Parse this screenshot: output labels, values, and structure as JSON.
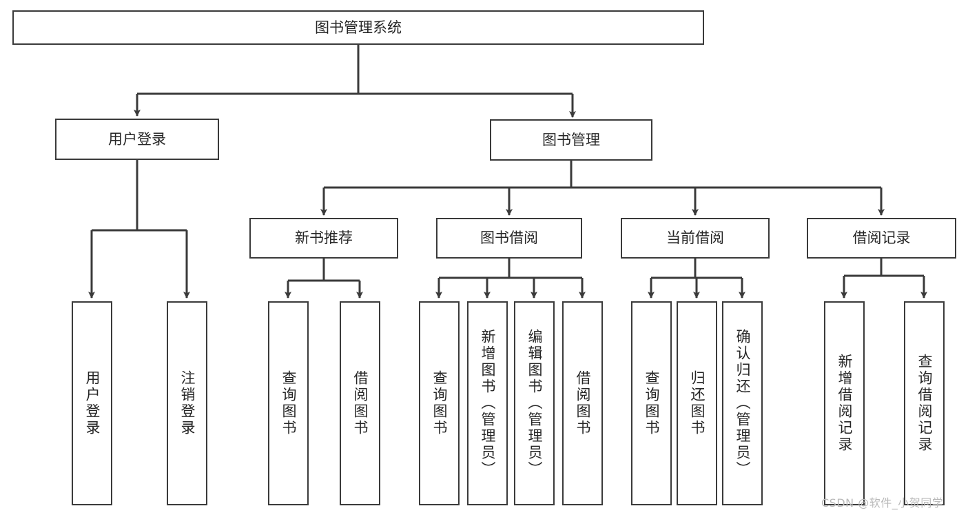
{
  "diagram": {
    "title": "图书管理系统",
    "watermark": "CSDN @软件_小贺同学",
    "colors": {
      "border": "#3a3a3a",
      "text": "#262626",
      "background": "#ffffff",
      "watermark": "#b9b9b9"
    },
    "nodes": {
      "root": {
        "label": "图书管理系统"
      },
      "level1": [
        {
          "id": "user-login",
          "label": "用户登录"
        },
        {
          "id": "book-manage",
          "label": "图书管理"
        }
      ],
      "level2": [
        {
          "id": "new-book-recommend",
          "label": "新书推荐"
        },
        {
          "id": "book-borrow",
          "label": "图书借阅"
        },
        {
          "id": "current-borrow",
          "label": "当前借阅"
        },
        {
          "id": "borrow-record",
          "label": "借阅记录"
        }
      ],
      "leaves": {
        "user-login": [
          {
            "id": "leaf-user-login",
            "label": "用户登录"
          },
          {
            "id": "leaf-logout-login",
            "label": "注销登录"
          }
        ],
        "new-book-recommend": [
          {
            "id": "leaf-query-book-1",
            "label": "查询图书"
          },
          {
            "id": "leaf-borrow-book-1",
            "label": "借阅图书"
          }
        ],
        "book-borrow": [
          {
            "id": "leaf-query-book-2",
            "label": "查询图书"
          },
          {
            "id": "leaf-add-book-admin",
            "label": "新增图书（管理员）"
          },
          {
            "id": "leaf-edit-book-admin",
            "label": "编辑图书（管理员）"
          },
          {
            "id": "leaf-borrow-book-2",
            "label": "借阅图书"
          }
        ],
        "current-borrow": [
          {
            "id": "leaf-query-book-3",
            "label": "查询图书"
          },
          {
            "id": "leaf-return-book",
            "label": "归还图书"
          },
          {
            "id": "leaf-confirm-return-admin",
            "label": "确认归还（管理员）"
          }
        ],
        "borrow-record": [
          {
            "id": "leaf-add-borrow-record",
            "label": "新增借阅记录"
          },
          {
            "id": "leaf-query-borrow-record",
            "label": "查询借阅记录"
          }
        ]
      }
    }
  }
}
